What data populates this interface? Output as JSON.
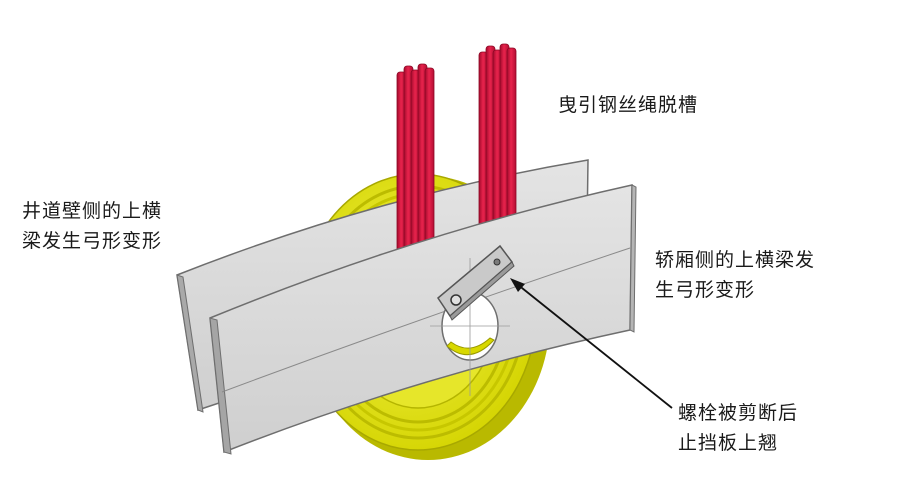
{
  "labels": {
    "rope_out_of_groove": "曳引钢丝绳脱槽",
    "wall_side_beam": {
      "line1": "井道壁侧的上横",
      "line2": "梁发生弓形变形"
    },
    "car_side_beam": {
      "line1": "轿厢侧的上横梁发",
      "line2": "生弓形变形"
    },
    "bolt_sheared": {
      "line1": "螺栓被剪断后",
      "line2": "止挡板上翘"
    }
  },
  "colors": {
    "sheave": "#e8e816",
    "sheave_dark": "#b8b800",
    "rope": "#d8153f",
    "rope_dark": "#9e0a2a",
    "beam": "#d9d9d9",
    "beam_edge": "#6e6e6e"
  }
}
